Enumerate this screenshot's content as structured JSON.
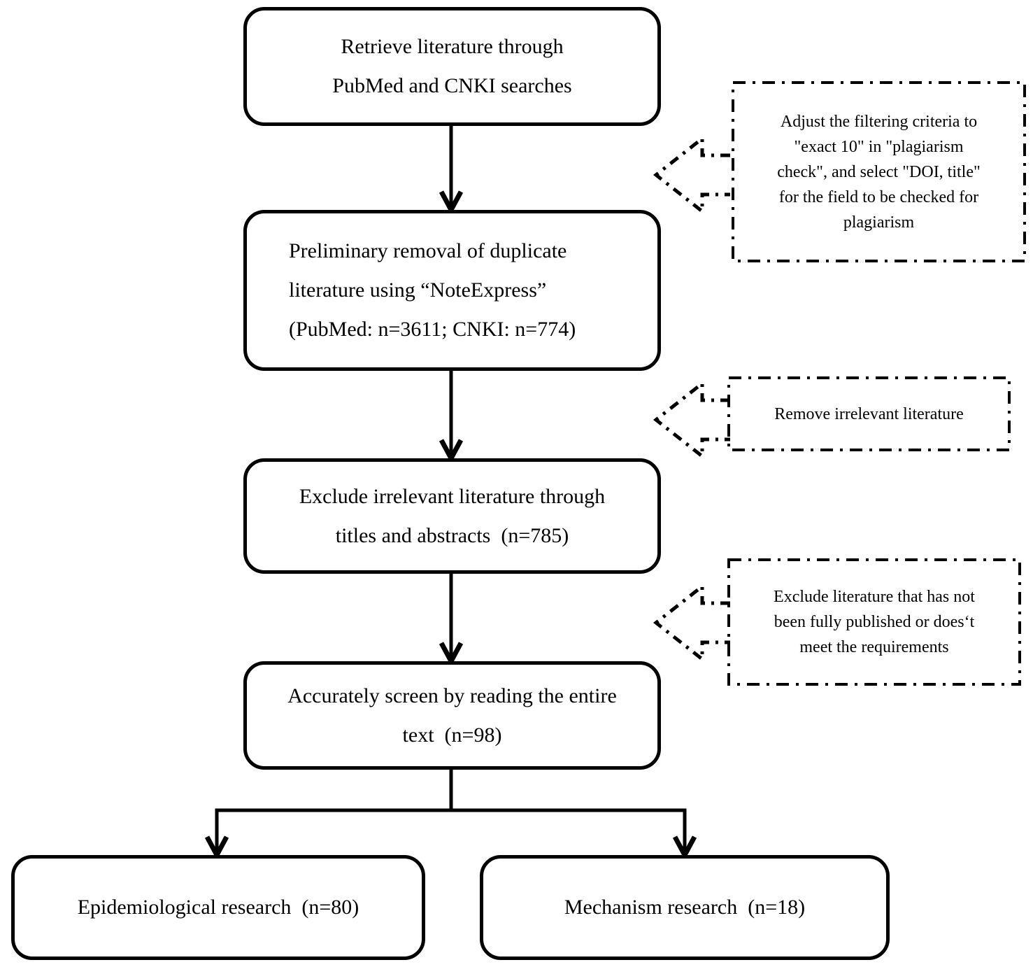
{
  "figure": {
    "background": "#ffffff",
    "line_color": "#000000",
    "text_color": "#000000"
  },
  "flow": {
    "box1": {
      "lines": [
        "Retrieve literature through",
        "PubMed and CNKI searches"
      ]
    },
    "box2": {
      "lines": [
        "Preliminary removal of duplicate",
        "literature using “NoteExpress”",
        "(PubMed: n=3611; CNKI: n=774)"
      ]
    },
    "box3": {
      "lines": [
        "Exclude irrelevant literature through",
        "titles and abstracts  (n=785)"
      ]
    },
    "box4": {
      "lines": [
        "Accurately screen by reading the entire",
        "text  (n=98)"
      ]
    },
    "box5": {
      "lines": [
        "Epidemiological research  (n=80)"
      ]
    },
    "box6": {
      "lines": [
        "Mechanism research  (n=18)"
      ]
    }
  },
  "annotations": {
    "note1": {
      "lines": [
        "Adjust the filtering criteria to",
        "\"exact 10\" in \"plagiarism",
        "check\", and select \"DOI, title\"",
        "for the field to be checked for",
        "plagiarism"
      ]
    },
    "note2": {
      "lines": [
        "Remove irrelevant literature"
      ]
    },
    "note3": {
      "lines": [
        "Exclude literature that has not",
        "been fully published or does‘t",
        "meet the requirements"
      ]
    }
  }
}
